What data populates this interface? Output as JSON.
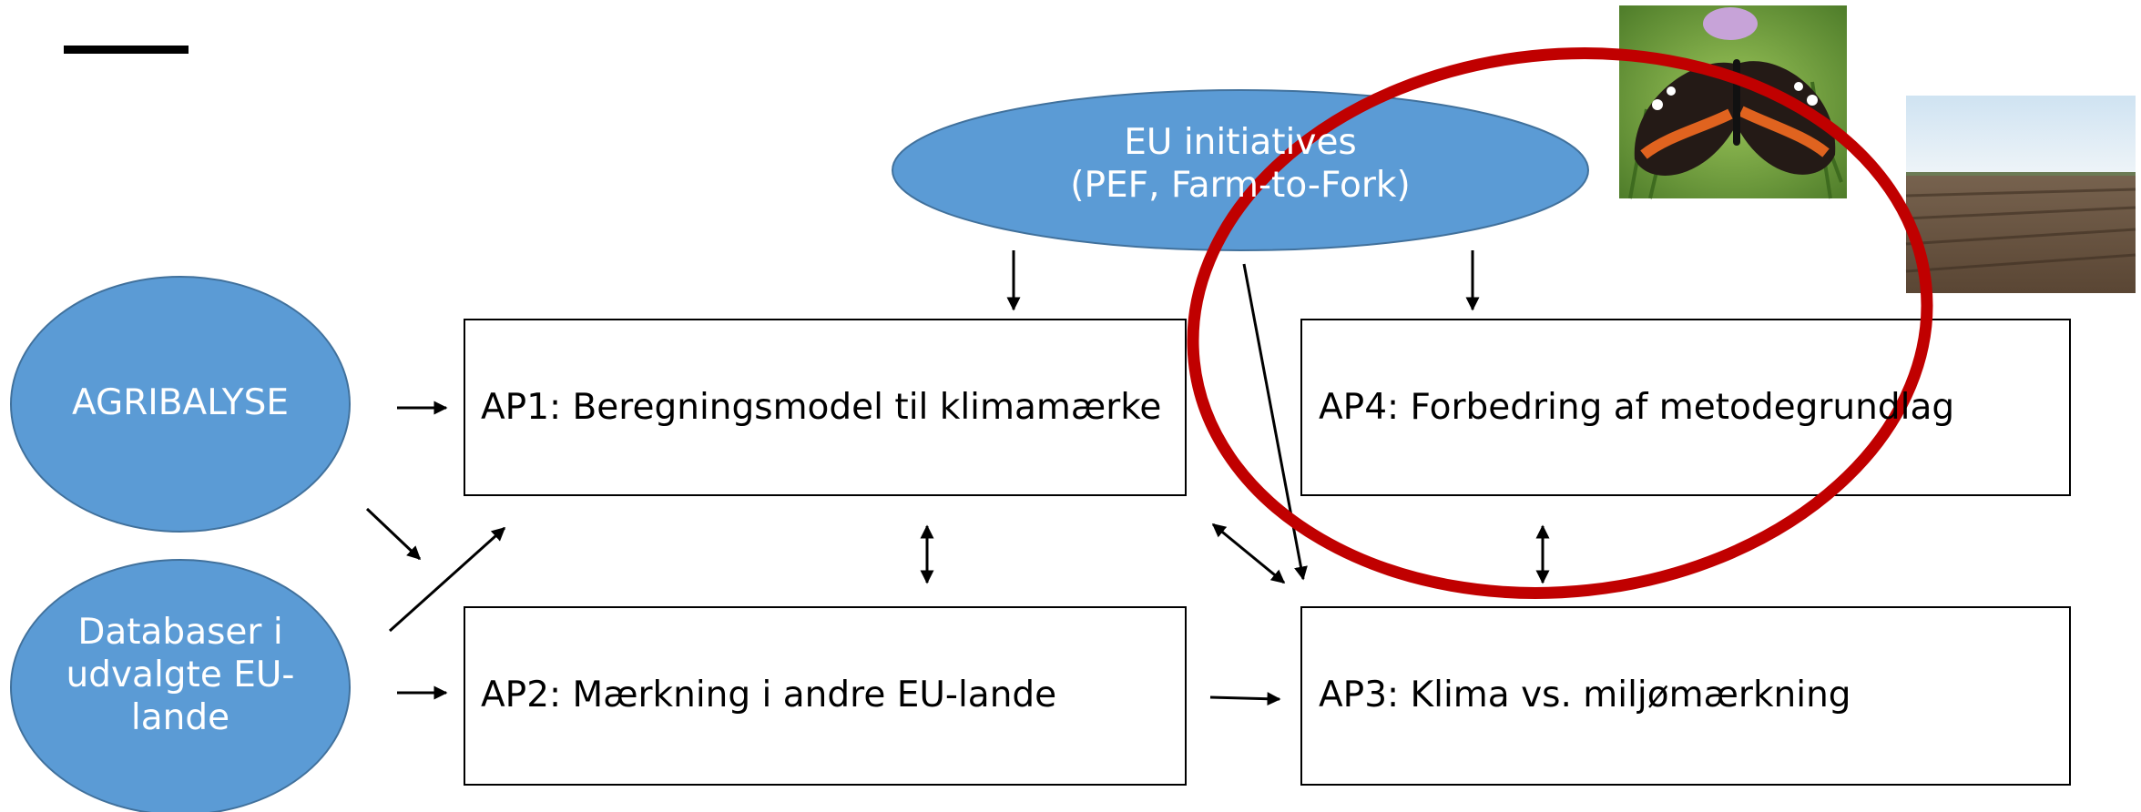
{
  "colors": {
    "ellipse_fill": "#5b9bd5",
    "ellipse_stroke": "#41719c",
    "highlight_ring": "#c00000",
    "box_stroke": "#000000",
    "arrow": "#000000",
    "ellipse_text": "#ffffff"
  },
  "ellipses": {
    "eu": {
      "line1": "EU initiatives",
      "line2": "(PEF, Farm-to-Fork)"
    },
    "agribalyse": {
      "label": "AGRIBALYSE"
    },
    "databaser": {
      "line1": "Databaser i",
      "line2": "udvalgte EU-",
      "line3": "lande"
    }
  },
  "boxes": {
    "ap1": "AP1: Beregningsmodel til klimamærke",
    "ap2": "AP2: Mærkning i andre EU-lande",
    "ap3": "AP3: Klima vs. miljømærkning",
    "ap4": "AP4: Forbedring af metodegrundlag"
  },
  "images": {
    "butterfly": "butterfly-photo",
    "field": "plowed-field-photo"
  }
}
